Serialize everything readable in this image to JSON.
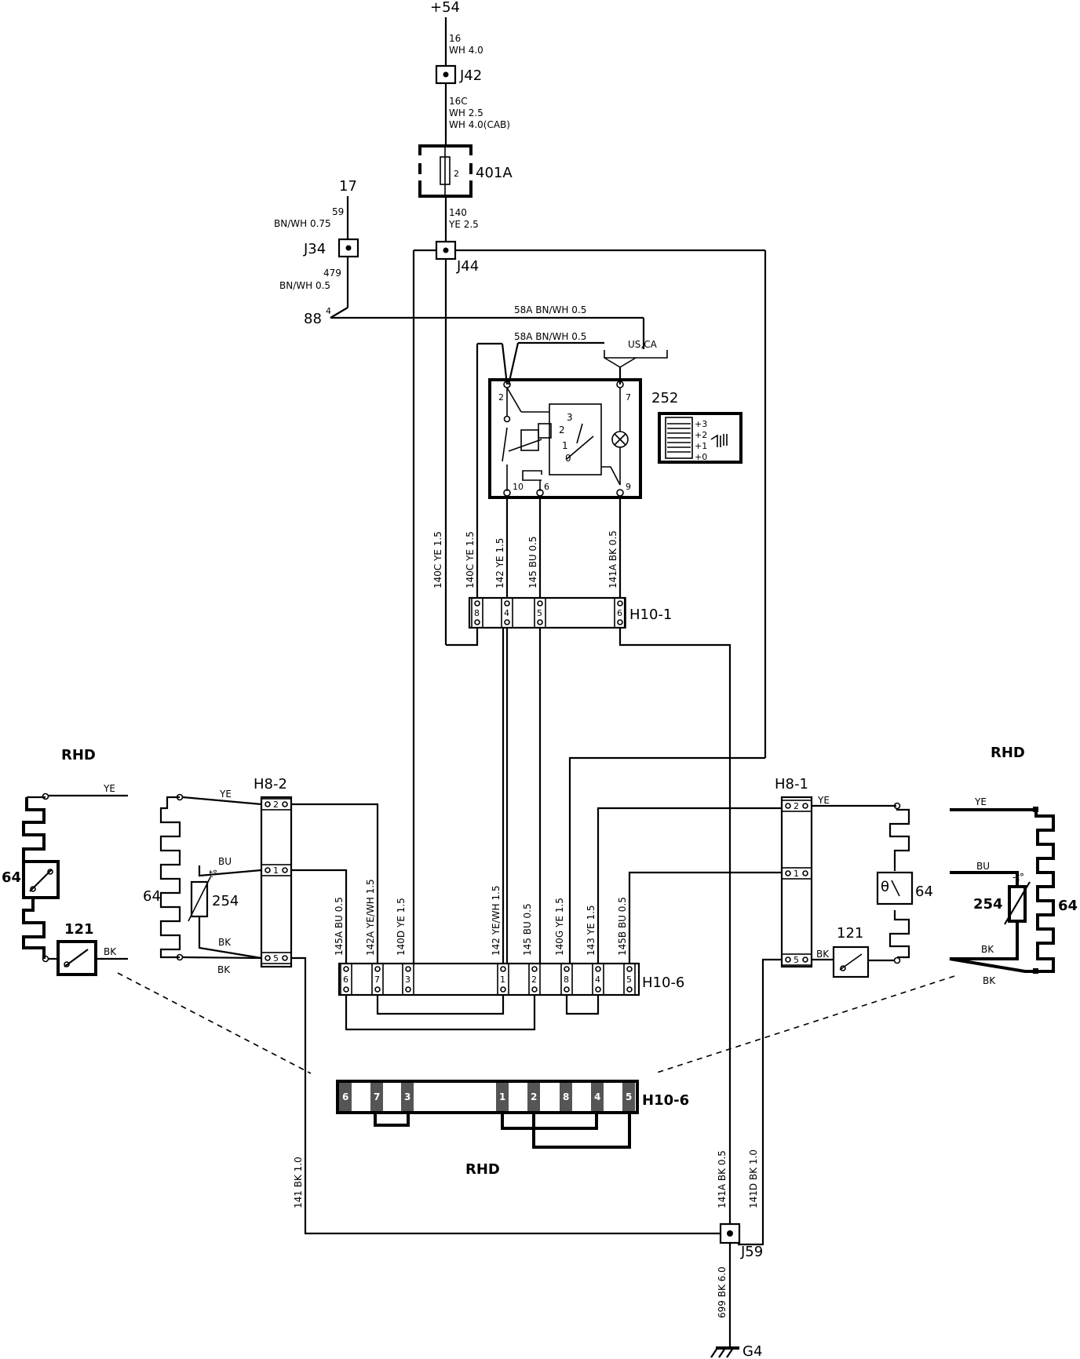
{
  "supply": {
    "name": "+54",
    "ground": "G4"
  },
  "junctions": {
    "j42": "J42",
    "j44": "J44",
    "j34": "J34",
    "j59": "J59"
  },
  "fuse": {
    "name": "401A",
    "pin": "2"
  },
  "terminals": {
    "t17": "17",
    "t88": "88",
    "t88_pin": "4",
    "variant": "US,CA"
  },
  "switch252": {
    "name": "252",
    "pins": [
      "2",
      "7",
      "10",
      "6",
      "9"
    ],
    "positions": [
      "3",
      "2",
      "1",
      "0"
    ],
    "panel_labels": [
      "+3",
      "+2",
      "+1",
      "+0"
    ]
  },
  "wires": {
    "w16": [
      "16",
      "WH 4.0"
    ],
    "w16c": [
      "16C",
      "WH 2.5",
      "WH 4.0(CAB)"
    ],
    "w140": [
      "140",
      "YE 2.5"
    ],
    "w59": [
      "59",
      "BN/WH 0.75"
    ],
    "w479": [
      "479",
      "BN/WH 0.5"
    ],
    "w58a_top": "58A BN/WH 0.5",
    "w58a_low": "58A BN/WH 0.5",
    "v140c_a": "140C YE 1.5",
    "v140c_b": "140C YE 1.5",
    "v142": "142 YE 1.5",
    "v145": "145 BU 0.5",
    "v141a": "141A BK 0.5",
    "v145a": "145A BU 0.5",
    "v142a": "142A YE/WH 1.5",
    "v140d": "140D YE 1.5",
    "v142b": "142 YE/WH 1.5",
    "v145b": "145 BU 0.5",
    "v140g": "140G YE 1.5",
    "v143": "143 YE 1.5",
    "v145b2": "145B BU 0.5",
    "v141": "141 BK 1.0",
    "v141a2": "141A BK 0.5",
    "v141d": "141D BK 1.0",
    "v699": "699 BK 6.0"
  },
  "connectors": {
    "h10_1": {
      "name": "H10-1",
      "pins": [
        "8",
        "4",
        "5",
        "6"
      ]
    },
    "h10_6": {
      "name": "H10-6",
      "pins": [
        "6",
        "7",
        "3",
        "1",
        "2",
        "8",
        "4",
        "5"
      ]
    },
    "h10_6_rhd": {
      "name": "H10-6",
      "pins": [
        "6",
        "7",
        "3",
        "1",
        "2",
        "8",
        "4",
        "5"
      ]
    },
    "h8_2": {
      "name": "H8-2",
      "pins": [
        "2",
        "1",
        "5"
      ]
    },
    "h8_1": {
      "name": "H8-1",
      "pins": [
        "2",
        "1",
        "5"
      ]
    }
  },
  "colors": {
    "ye": "YE",
    "bu": "BU",
    "bk": "BK"
  },
  "components": {
    "heater": "64",
    "thermo": "121",
    "sensor": "254",
    "sensor_mark": "-t°",
    "rhd": "RHD",
    "theta": "θ"
  }
}
